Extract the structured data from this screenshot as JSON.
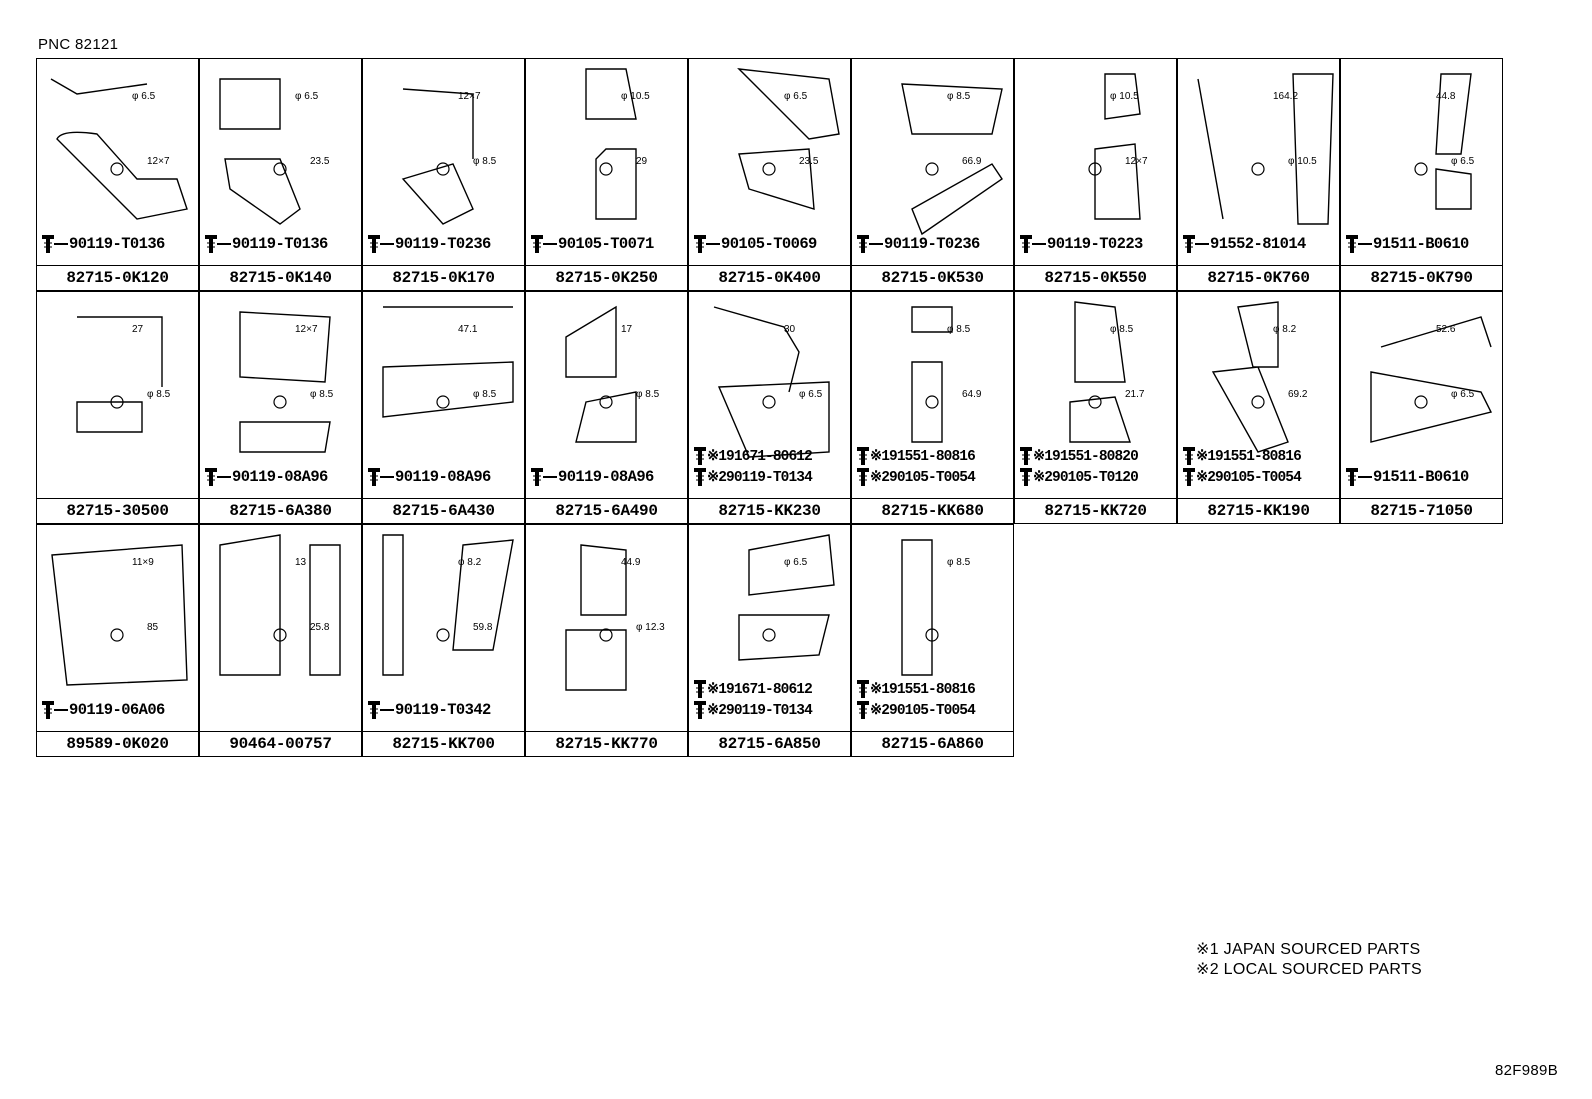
{
  "pnc": "PNC 82121",
  "illustration_code": "82F989B",
  "legend": [
    "※1 JAPAN SOURCED PARTS",
    "※2 LOCAL SOURCED PARTS"
  ],
  "cells": [
    {
      "part": "82715-0K120",
      "bolts": [
        "90119-T0136"
      ],
      "dims": [
        "φ 6.5",
        "12×7"
      ]
    },
    {
      "part": "82715-0K140",
      "bolts": [
        "90119-T0136"
      ],
      "dims": [
        "φ 6.5",
        "23.5"
      ]
    },
    {
      "part": "82715-0K170",
      "bolts": [
        "90119-T0236"
      ],
      "dims": [
        "12×7",
        "φ 8.5"
      ]
    },
    {
      "part": "82715-0K250",
      "bolts": [
        "90105-T0071"
      ],
      "dims": [
        "φ 10.5",
        "29"
      ]
    },
    {
      "part": "82715-0K400",
      "bolts": [
        "90105-T0069"
      ],
      "dims": [
        "φ 6.5",
        "23.5"
      ]
    },
    {
      "part": "82715-0K530",
      "bolts": [
        "90119-T0236"
      ],
      "dims": [
        "φ 8.5",
        "66.9"
      ]
    },
    {
      "part": "82715-0K550",
      "bolts": [
        "90119-T0223"
      ],
      "dims": [
        "φ 10.5",
        "12×7"
      ]
    },
    {
      "part": "82715-0K760",
      "bolts": [
        "91552-81014"
      ],
      "dims": [
        "164.2",
        "φ 10.5"
      ]
    },
    {
      "part": "82715-0K790",
      "bolts": [
        "91511-B0610"
      ],
      "dims": [
        "44.8",
        "φ 6.5"
      ]
    },
    {
      "part": "82715-30500",
      "bolts": [],
      "dims": [
        "27",
        "φ 8.5"
      ]
    },
    {
      "part": "82715-6A380",
      "bolts": [
        "90119-08A96"
      ],
      "dims": [
        "12×7",
        "φ 8.5"
      ]
    },
    {
      "part": "82715-6A430",
      "bolts": [
        "90119-08A96"
      ],
      "dims": [
        "47.1",
        "φ 8.5"
      ]
    },
    {
      "part": "82715-6A490",
      "bolts": [
        "90119-08A96"
      ],
      "dims": [
        "17",
        "φ 8.5"
      ]
    },
    {
      "part": "82715-KK230",
      "bolts": [
        "※191671-80612",
        "※290119-T0134"
      ],
      "dims": [
        "30",
        "φ 6.5"
      ]
    },
    {
      "part": "82715-KK680",
      "bolts": [
        "※191551-80816",
        "※290105-T0054"
      ],
      "dims": [
        "φ 8.5",
        "64.9"
      ]
    },
    {
      "part": "82715-KK720",
      "bolts": [
        "※191551-80820",
        "※290105-T0120"
      ],
      "dims": [
        "φ 8.5",
        "21.7"
      ]
    },
    {
      "part": "82715-KK190",
      "bolts": [
        "※191551-80816",
        "※290105-T0054"
      ],
      "dims": [
        "φ 8.2",
        "69.2"
      ]
    },
    {
      "part": "82715-71050",
      "bolts": [
        "91511-B0610"
      ],
      "dims": [
        "52.6",
        "φ 6.5"
      ]
    },
    {
      "part": "89589-0K020",
      "bolts": [
        "90119-06A06"
      ],
      "dims": [
        "11×9",
        "85"
      ]
    },
    {
      "part": "90464-00757",
      "bolts": [],
      "dims": [
        "13",
        "25.8"
      ]
    },
    {
      "part": "82715-KK700",
      "bolts": [
        "90119-T0342"
      ],
      "dims": [
        "φ 8.2",
        "59.8"
      ]
    },
    {
      "part": "82715-KK770",
      "bolts": [],
      "dims": [
        "44.9",
        "φ 12.3"
      ]
    },
    {
      "part": "82715-6A850",
      "bolts": [
        "※191671-80612",
        "※290119-T0134"
      ],
      "dims": [
        "φ 6.5"
      ]
    },
    {
      "part": "82715-6A860",
      "bolts": [
        "※191551-80816",
        "※290105-T0054"
      ],
      "dims": [
        "φ 8.5"
      ]
    }
  ]
}
